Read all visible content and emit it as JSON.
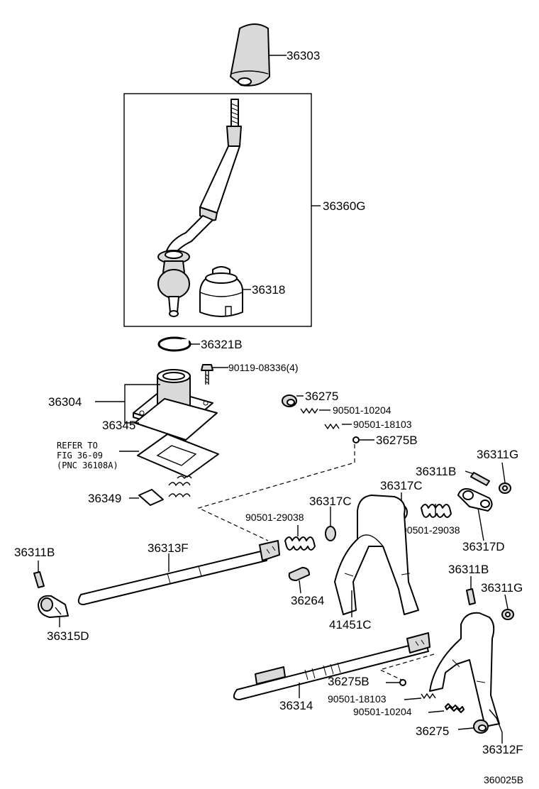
{
  "diagram": {
    "parts": {
      "p36303": "36303",
      "p36360G": "36360G",
      "p36318": "36318",
      "p36321B": "36321B",
      "p90119": "90119-08336(4)",
      "p36304": "36304",
      "p36345": "36345",
      "p36275_top": "36275",
      "p90501_10204_top": "90501-10204",
      "p90501_18103_top": "90501-18103",
      "p36275B_top": "36275B",
      "p36349": "36349",
      "p36311G_top": "36311G",
      "p36311B_top": "36311B",
      "p36317C_right": "36317C",
      "p36317C_left": "36317C",
      "p90501_29038_left": "90501-29038",
      "p90501_29038_right": "90501-29038",
      "p36317D": "36317D",
      "p36311B_left": "36311B",
      "p36313F": "36313F",
      "p36315D": "36315D",
      "p36264": "36264",
      "p41451C": "41451C",
      "p36311B_mid": "36311B",
      "p36311G_mid": "36311G",
      "p36275B_bottom": "36275B",
      "p36314": "36314",
      "p90501_18103_bottom": "90501-18103",
      "p90501_10204_bottom": "90501-10204",
      "p36275_bottom": "36275",
      "p36312F": "36312F"
    },
    "note": {
      "line1": "REFER TO",
      "line2": "FIG 36-09",
      "line3": "(PNC 36108A)"
    },
    "figure_code": "360025B"
  }
}
